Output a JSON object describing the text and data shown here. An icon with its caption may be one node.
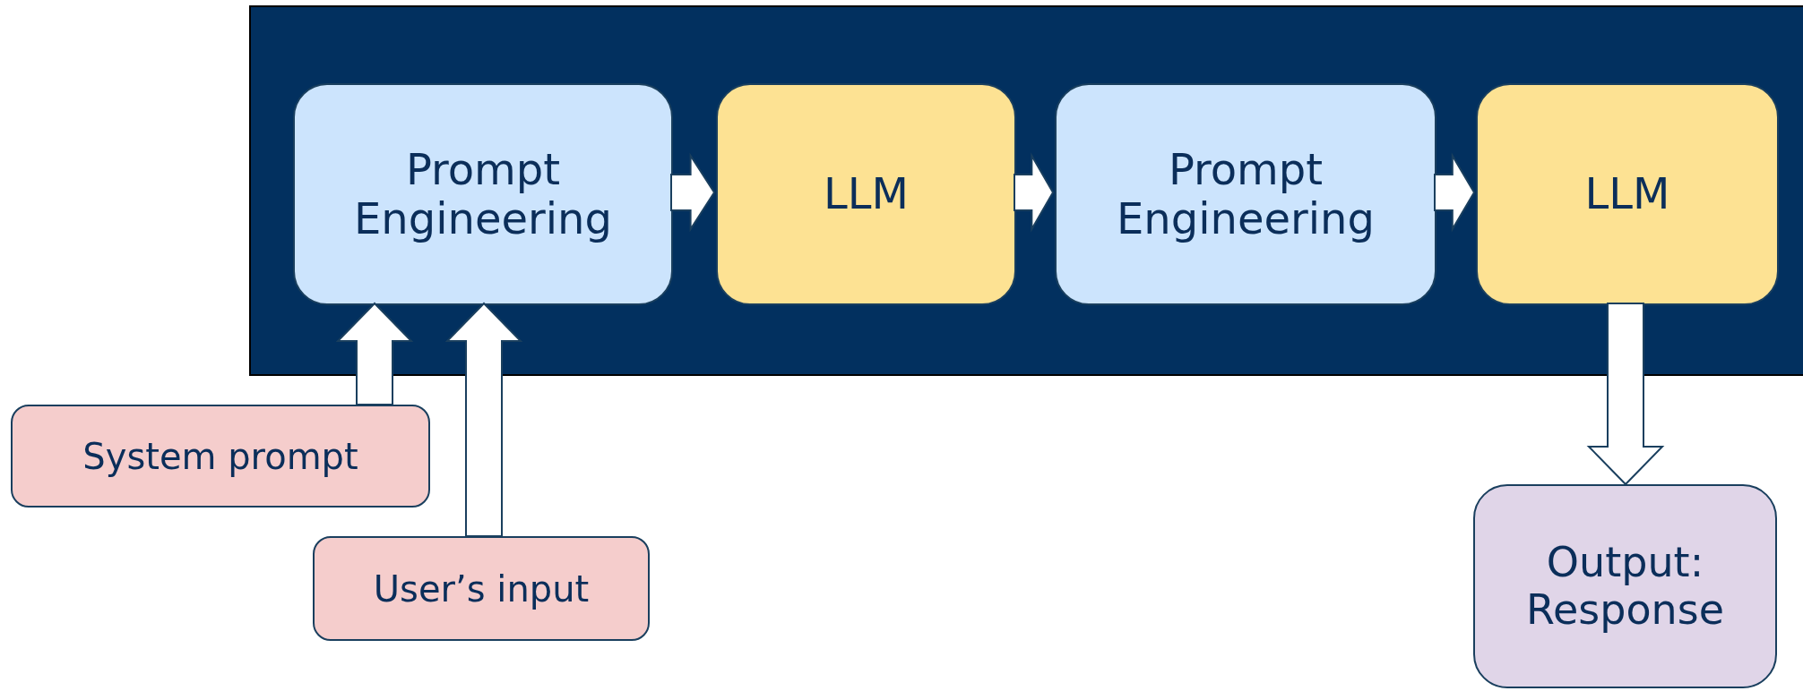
{
  "diagram": {
    "nodes": [
      {
        "text": [],
        "shape": "box"
      },
      {
        "text": [
          "Prompt Engineering"
        ],
        "in": 0
      },
      {
        "text": [
          "LLM"
        ],
        "in": 0
      },
      {
        "text": [
          "Prompt Engineering"
        ],
        "in": 0
      },
      {
        "text": [
          "LLM"
        ],
        "in": 0
      },
      {
        "text": [
          "System prompt"
        ]
      },
      {
        "text": [
          "User’s input"
        ]
      },
      {
        "text": [
          "Output: Response"
        ]
      }
    ],
    "edges": [
      {
        "from": 1,
        "to": 2,
        "arrow": "to"
      },
      {
        "from": 2,
        "to": 3,
        "arrow": "to"
      },
      {
        "from": 3,
        "to": 4,
        "arrow": "to"
      },
      {
        "from": 5,
        "to": 1,
        "arrow": "to"
      },
      {
        "from": 6,
        "to": 1,
        "arrow": "to"
      },
      {
        "from": 4,
        "to": 7,
        "arrow": "to"
      }
    ]
  }
}
